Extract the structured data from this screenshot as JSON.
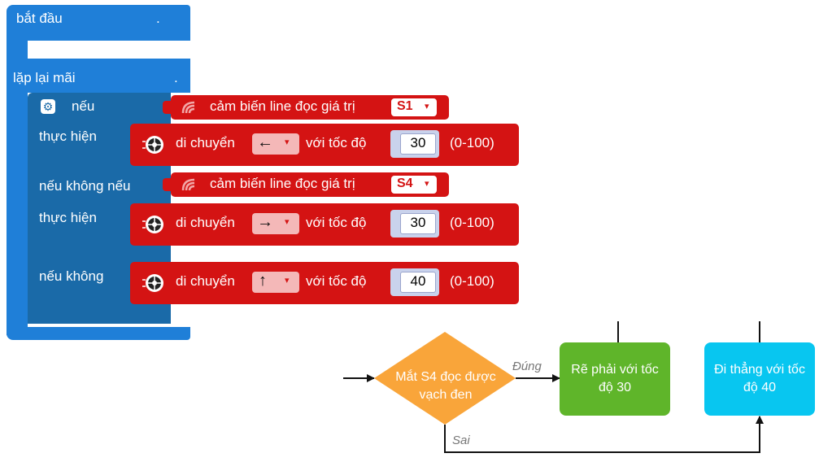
{
  "blocks": {
    "start_label": "bắt đầu",
    "start_dot": ".",
    "loop_label": "lặp lại mãi",
    "loop_dot": ".",
    "if_label": "nếu",
    "do1_label": "thực hiện",
    "elseif_label": "nếu không nếu",
    "do2_label": "thực hiện",
    "else_label": "nếu không",
    "sensor1_label": "cảm biến line đọc giá trị",
    "sensor1_value": "S1",
    "sensor2_label": "cảm biến line đọc giá trị",
    "sensor2_value": "S4",
    "move1_label": "di chuyển",
    "move1_dir": "←",
    "move1_speed_label": "với tốc độ",
    "move1_speed": "30",
    "move1_range": "(0-100)",
    "move2_label": "di chuyển",
    "move2_dir": "→",
    "move2_speed_label": "với tốc độ",
    "move2_speed": "30",
    "move2_range": "(0-100)",
    "move3_label": "di chuyển",
    "move3_dir": "↑",
    "move3_speed_label": "với tốc độ",
    "move3_speed": "40",
    "move3_range": "(0-100)",
    "dropdown_caret": "▾"
  },
  "flowchart": {
    "decision": "Mắt S4 đọc được vạch đen",
    "yes_label": "Đúng",
    "no_label": "Sai",
    "turn_right": "Rẽ phải với tốc độ 30",
    "go_straight": "Đi thẳng với tốc độ 40"
  },
  "colors": {
    "loop_blue": "#1f7fd8",
    "if_blue": "#1a6aa8",
    "block_red": "#d41313",
    "decision_orange": "#f9a53a",
    "process_green": "#5fb52a",
    "process_cyan": "#08c6f0"
  }
}
